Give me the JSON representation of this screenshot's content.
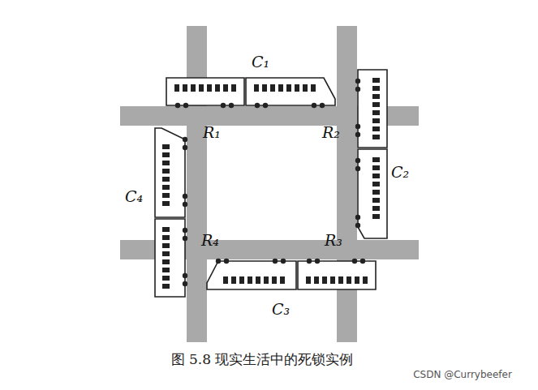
{
  "diagram": {
    "caption": "图 5.8   现实生活中的死锁实例",
    "labels": [
      "C₁",
      "R₁",
      "R₂",
      "C₂",
      "C₄",
      "R₄",
      "R₃",
      "C₃",
      "CSDN @Currybeefer"
    ]
  }
}
